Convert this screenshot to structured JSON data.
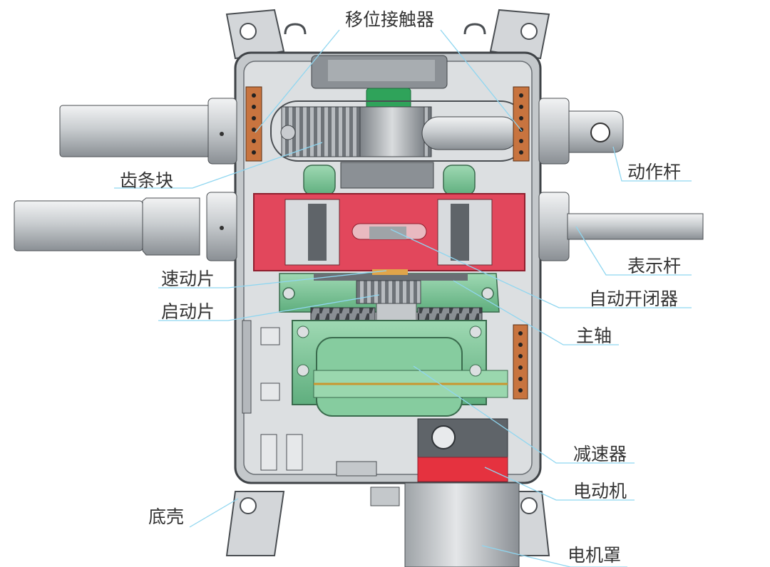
{
  "labels": {
    "switch_contact": "移位接触器",
    "rack_block": "齿条块",
    "action_rod": "动作杆",
    "indicator_rod": "表示杆",
    "speed_plate": "速动片",
    "start_plate": "启动片",
    "auto_switch": "自动开闭器",
    "main_shaft": "主轴",
    "reducer": "减速器",
    "motor": "电动机",
    "base_shell": "底壳",
    "motor_cover": "电机罩"
  },
  "colors": {
    "casing": "#cfd3d6",
    "casing_dark": "#8e9499",
    "auto_switch_red": "#e2475c",
    "reducer_green": "#7fc79a",
    "gear_green": "#2fa35a",
    "motor_red": "#e5323f",
    "terminal_copper": "#c8743f",
    "leader_line": "#8fd6f0",
    "label_text": "#333333"
  }
}
